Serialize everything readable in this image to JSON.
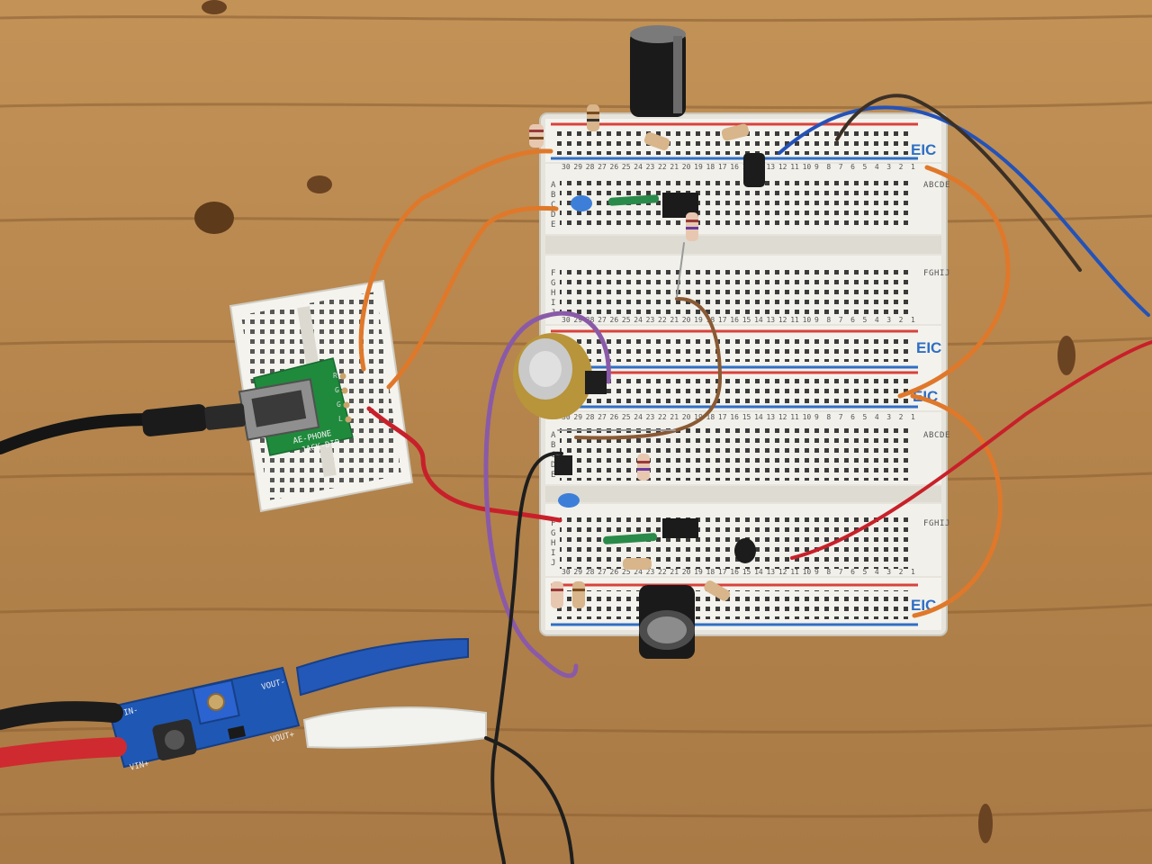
{
  "breadboard": {
    "brand": "EIC",
    "row_letters_top": [
      "A",
      "B",
      "C",
      "D",
      "E"
    ],
    "row_letters_bottom": [
      "F",
      "G",
      "H",
      "I",
      "J"
    ],
    "column_numbers": [
      "30",
      "29",
      "28",
      "27",
      "26",
      "25",
      "24",
      "23",
      "22",
      "21",
      "20",
      "19",
      "18",
      "17",
      "16",
      "15",
      "14",
      "13",
      "12",
      "11",
      "10",
      "9",
      "8",
      "7",
      "6",
      "5",
      "4",
      "3",
      "2",
      "1"
    ]
  },
  "jack_module": {
    "line1": "AE-PHONE",
    "line2": "-JACK-DIP",
    "pins": [
      "R",
      "G",
      "G",
      "L"
    ]
  },
  "boost_module": {
    "vin_minus": "VIN-",
    "vin_plus": "VIN+",
    "vout_minus": "VOUT-",
    "vout_plus": "VOUT+"
  },
  "colors": {
    "wood": "#b98a52",
    "breadboard": "#f1f0ea",
    "rail_red": "#d9413b",
    "rail_blue": "#2f6fc4",
    "wire_orange": "#e0782a",
    "wire_blue": "#2452b8",
    "wire_red": "#c8202a",
    "wire_purple": "#8a5aa8",
    "wire_brown": "#8a5a34",
    "wire_black": "#1e1e1e",
    "pcb_green": "#1f8a3c",
    "pcb_blue": "#1f57b5"
  }
}
